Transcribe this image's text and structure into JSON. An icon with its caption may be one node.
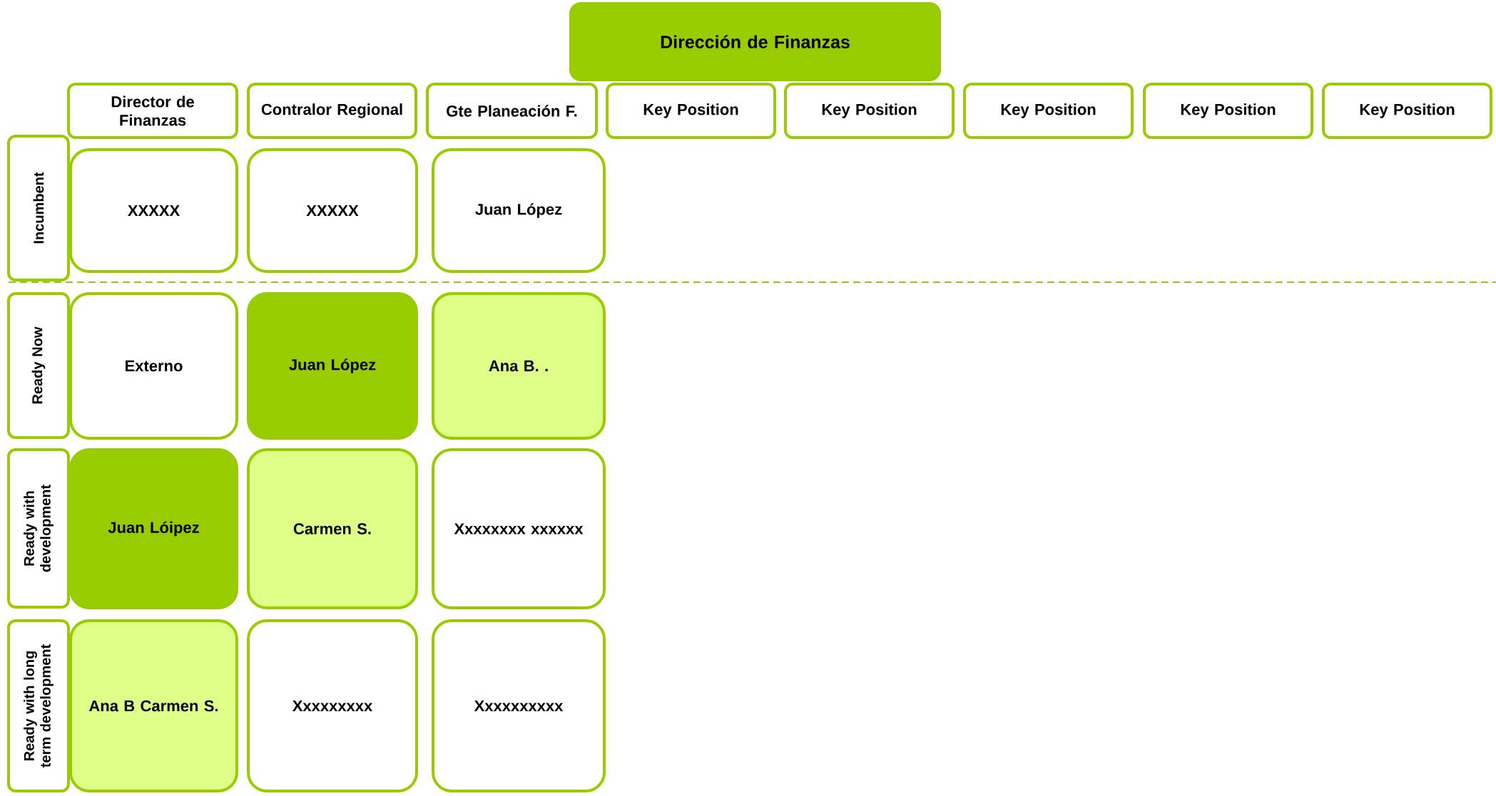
{
  "diagram": {
    "nodes": [
      {
        "text": [
          "Dirección de Finanzas"
        ]
      },
      {
        "text": [
          "Director de Finanzas"
        ]
      },
      {
        "text": [
          "Contralor Regional"
        ]
      },
      {
        "text": [
          "Gte Planeación F."
        ]
      },
      {
        "text": [
          "Key Position"
        ]
      },
      {
        "text": [
          "Key Position"
        ]
      },
      {
        "text": [
          "Key Position"
        ]
      },
      {
        "text": [
          "Key Position"
        ]
      },
      {
        "text": [
          "Key Position"
        ]
      },
      {
        "text": [
          "Incumbent"
        ]
      },
      {
        "text": [
          "XXXXX"
        ]
      },
      {
        "text": [
          "XXXXX"
        ]
      },
      {
        "text": [
          "Juan López"
        ]
      },
      {
        "text": [
          "Ready Now"
        ]
      },
      {
        "text": [
          "Externo"
        ]
      },
      {
        "text": [
          "Juan López"
        ]
      },
      {
        "text": [
          "Ana B. ."
        ]
      },
      {
        "text": [
          "Ready with development"
        ]
      },
      {
        "text": [
          "Juan Lóipez"
        ]
      },
      {
        "text": [
          "Carmen S."
        ]
      },
      {
        "text": [
          "Xxxxxxxx xxxxxx"
        ]
      },
      {
        "text": [
          "Ready with long term development"
        ]
      },
      {
        "text": [
          "Ana B Carmen S."
        ]
      },
      {
        "text": [
          "Xxxxxxxxx"
        ]
      },
      {
        "text": [
          "Xxxxxxxxxx"
        ]
      }
    ]
  }
}
